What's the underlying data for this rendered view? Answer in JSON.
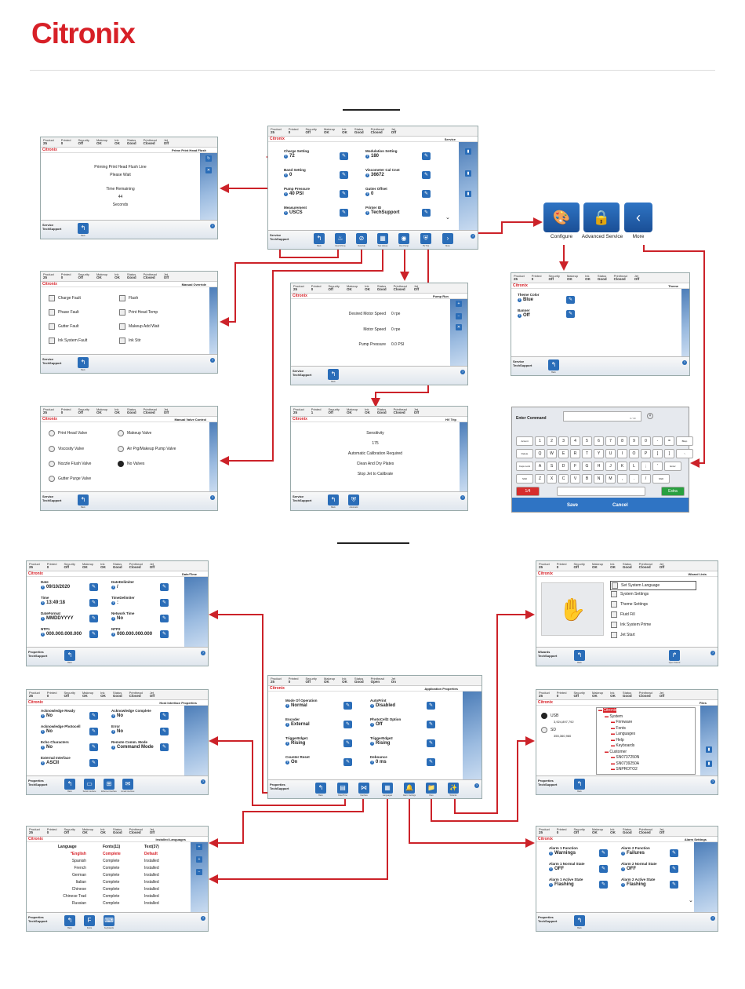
{
  "brand": {
    "name": "Citronix",
    "accent": "#d72027",
    "button": "#2a6db8"
  },
  "status": {
    "product_label": "Product",
    "product": "25",
    "printed_label": "Printed",
    "printed": "0",
    "security_label": "Security",
    "security": "Off",
    "makeup_label": "Makeup",
    "makeup": "OK",
    "ink_label": "Ink",
    "ink": "OK",
    "status_label": "Status",
    "status": "Good",
    "printhead_label": "Printhead",
    "printhead": "Closed",
    "jet_label": "Jet",
    "jet": "Off"
  },
  "common": {
    "back": "Back",
    "user_service": "Service",
    "user_props": "Properties",
    "tech": "TechSupport"
  },
  "service": {
    "title": "Service",
    "fields": [
      {
        "k": "Charge Setting",
        "v": "72"
      },
      {
        "k": "Modulation Setting",
        "v": "180"
      },
      {
        "k": "Band Setting",
        "v": "0"
      },
      {
        "k": "Viscometer Cal Cnst",
        "v": "36672"
      },
      {
        "k": "Pump Pressure",
        "v": "40 PSI"
      },
      {
        "k": "Gutter Offset",
        "v": "0"
      },
      {
        "k": "Measurement",
        "v": "USCS"
      },
      {
        "k": "Printer ID",
        "v": "TechSupport"
      }
    ],
    "side": [
      "Drive Trigger",
      "Security Status",
      "Service Setup"
    ],
    "foot": [
      "Back",
      "Flush Prime",
      "Override",
      "Test Values",
      "Run Pump",
      "HV Trip",
      "More"
    ]
  },
  "flush": {
    "title": "Prime Print Head Flush",
    "lines": [
      "Priming Print Head Flush Line",
      "Please Wait",
      "",
      "Time Remaining",
      "44",
      "Seconds"
    ],
    "side": [
      "Prime Again",
      "Cancel"
    ]
  },
  "override": {
    "title": "Manual Override",
    "items": [
      "Charge Fault",
      "Flash",
      "Phase Fault",
      "Print Head Temp",
      "Gutter Fault",
      "Makeup Add Wait",
      "Ink System Fault",
      "Ink Stir"
    ]
  },
  "pump": {
    "title": "Pump Run",
    "rows": [
      {
        "k": "Desired Motor Speed",
        "v": "0 rpe"
      },
      {
        "k": "Motor Speed",
        "v": "0 rpe"
      },
      {
        "k": "Pump Pressure",
        "v": "0.0 PSI"
      }
    ],
    "side": [
      "Increase",
      "Decrease",
      "Cancel"
    ]
  },
  "valves": {
    "title": "Manual Valve Control",
    "items": [
      "Print Head Valve",
      "Makeup Valve",
      "Viscosity Valve",
      "Air Prg/Makeup Pump Valve",
      "Nozzle Flush Valve",
      "No Valves",
      "Gutter Purge Valve"
    ],
    "selected": "No Valves"
  },
  "hvtrip": {
    "title": "HV Trip",
    "printed": "1",
    "lines": [
      "Sensitivity",
      "175",
      "Automatic Calibration Required",
      "Clean And Dry Plates",
      "Stop Jet to Calibrate"
    ],
    "auto": "Automatic"
  },
  "more": {
    "buttons": [
      "Configure",
      "Advanced Service",
      "More"
    ]
  },
  "theme": {
    "title": "Theme",
    "fields": [
      {
        "k": "Theme Color",
        "v": "Blue"
      },
      {
        "k": "Banner",
        "v": "Off"
      }
    ]
  },
  "command": {
    "label": "Enter Command",
    "counter": "0 / 30",
    "keys": [
      [
        "Accent",
        "1",
        "2",
        "3",
        "4",
        "5",
        "6",
        "7",
        "8",
        "9",
        "0",
        "-",
        "=",
        "Bksp"
      ],
      [
        "Delete",
        "Q",
        "W",
        "E",
        "R",
        "T",
        "Y",
        "U",
        "I",
        "O",
        "P",
        "[",
        "]",
        "\\"
      ],
      [
        "Caps Lock",
        "A",
        "S",
        "D",
        "F",
        "G",
        "H",
        "J",
        "K",
        "L",
        ";",
        "'",
        "Enter"
      ],
      [
        "Shift",
        "Z",
        "X",
        "C",
        "V",
        "B",
        "N",
        "M",
        ",",
        ".",
        "/",
        "Shift"
      ]
    ],
    "k14": "1/4",
    "space": "",
    "extra": "Extra",
    "save": "Save",
    "cancel": "Cancel"
  },
  "app": {
    "title": "Application Properties",
    "fields": [
      {
        "k": "Mode Of Operation",
        "v": "Normal"
      },
      {
        "k": "AutoPrint",
        "v": "Disabled"
      },
      {
        "k": "Encoder",
        "v": "External"
      },
      {
        "k": "PhotoCell2 Option",
        "v": "Off"
      },
      {
        "k": "TriggerEdge1",
        "v": "Rising"
      },
      {
        "k": "TriggerEdge2",
        "v": "Rising"
      },
      {
        "k": "Counter Reset",
        "v": "On"
      },
      {
        "k": "Debounce",
        "v": "0 ms"
      }
    ],
    "printhead": "Open",
    "jet": "On",
    "foot": [
      "Back",
      "Date/Time",
      "Interface",
      "Languages",
      "Alarm Settings",
      "Files",
      "Wizards"
    ]
  },
  "datetime": {
    "title": "Date/Time",
    "fields": [
      {
        "k": "Date",
        "v": "09/10/2020"
      },
      {
        "k": "DateDelimiter",
        "v": "/"
      },
      {
        "k": "Time",
        "v": "13:49:18"
      },
      {
        "k": "TimeDelimiter",
        "v": ":"
      },
      {
        "k": "DateFormat",
        "v": "MMDDYYYY"
      },
      {
        "k": "Network Time",
        "v": "No"
      },
      {
        "k": "NTP1",
        "v": "000.000.000.000"
      },
      {
        "k": "NTP2",
        "v": "000.000.000.000"
      }
    ]
  },
  "host": {
    "title": "Host Interface Properties",
    "fields": [
      {
        "k": "Acknowledge Ready",
        "v": "No"
      },
      {
        "k": "Acknowledge Complete",
        "v": "No"
      },
      {
        "k": "Acknowledge Photocell",
        "v": "No"
      },
      {
        "k": "Error",
        "v": "No"
      },
      {
        "k": "Echo Characters",
        "v": "No"
      },
      {
        "k": "Remote Comm. Mode",
        "v": "Command Mode"
      },
      {
        "k": "External Interface",
        "v": "ASCII"
      }
    ],
    "foot": [
      "Back",
      "Serial Interface",
      "Ethernet Interface",
      "Email Interface"
    ]
  },
  "langs": {
    "title": "Installed Languages",
    "headers": [
      "Language",
      "Fonts(11)",
      "Text(37)"
    ],
    "rows": [
      [
        "*English",
        "Complete",
        "Default"
      ],
      [
        "Spanish",
        "Complete",
        "Installed"
      ],
      [
        "French",
        "Complete",
        "Installed"
      ],
      [
        "German",
        "Complete",
        "Installed"
      ],
      [
        "Italian",
        "Complete",
        "Installed"
      ],
      [
        "Chinese",
        "Complete",
        "Installed"
      ],
      [
        "Chinese Trad",
        "Complete",
        "Installed"
      ],
      [
        "Russian",
        "Complete",
        "Installed"
      ]
    ],
    "side": [
      "Install Language",
      "Install Text",
      "Uninstall Language"
    ],
    "foot": [
      "Back",
      "Fonts",
      "Keyboards"
    ]
  },
  "wizards": {
    "title": "Wizard Lists",
    "items": [
      "Set System Language",
      "System Settings",
      "Theme Settings",
      "Fluid Fill",
      "Ink System Prime",
      "Jet Start"
    ],
    "foot": [
      "Back",
      "Open Wizard"
    ],
    "user": "Wizards"
  },
  "files": {
    "title": "Files",
    "usb": "USB",
    "usb_size": "3,924,897,792",
    "sd": "SD",
    "sd_size": "355,360,960",
    "tree": [
      "Citronix",
      "System",
      "Firmware",
      "Fonts",
      "Languages",
      "Help",
      "Keyboards",
      "Customer",
      "SN0737250N",
      "SN0739250A",
      "SNPROTO2"
    ],
    "side": [
      "Save Service",
      "Save Event Log"
    ]
  },
  "alarm": {
    "title": "Alarm Settings",
    "fields": [
      {
        "k": "Alarm 1 Function",
        "v": "Warnings"
      },
      {
        "k": "Alarm 2 Function",
        "v": "Failures"
      },
      {
        "k": "Alarm 1 Normal State",
        "v": "OFF"
      },
      {
        "k": "Alarm 2 Normal State",
        "v": "OFF"
      },
      {
        "k": "Alarm 1 Active State",
        "v": "Flashing"
      },
      {
        "k": "Alarm 2 Active State",
        "v": "Flashing"
      }
    ]
  }
}
